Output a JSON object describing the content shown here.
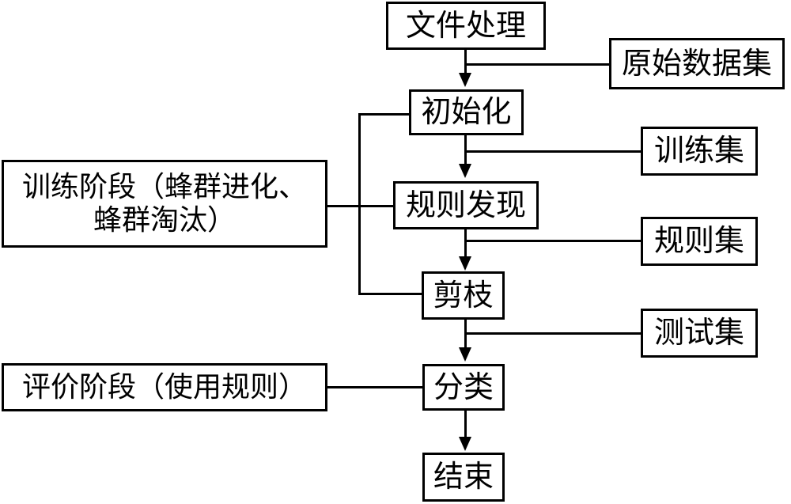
{
  "flow": {
    "file_processing": "文件处理",
    "init": "初始化",
    "rule_discovery": "规则发现",
    "pruning": "剪枝",
    "classification": "分类",
    "end": "结束"
  },
  "datasets": {
    "raw": "原始数据集",
    "train": "训练集",
    "rules": "规则集",
    "test": "测试集"
  },
  "stages": {
    "training_line1": "训练阶段（蜂群进化、",
    "training_line2": "蜂群淘汰）",
    "evaluation": "评价阶段（使用规则）"
  }
}
